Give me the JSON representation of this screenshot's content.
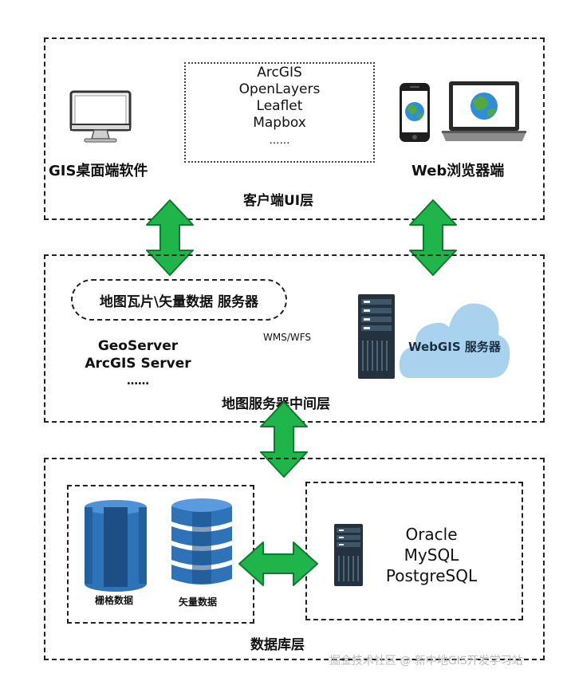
{
  "client_layer": {
    "title": "客户端UI层",
    "desktop_label": "GIS桌面端软件",
    "browser_label": "Web浏览器端",
    "libraries": [
      "ArcGIS",
      "OpenLayers",
      "Leaflet",
      "Mapbox",
      "……"
    ]
  },
  "middle_layer": {
    "title": "地图服务器中间层",
    "service_pill": "地图瓦片\\矢量数据 服务器",
    "servers": [
      "GeoServer",
      "ArcGIS Server",
      "……"
    ],
    "protocol": "WMS/WFS",
    "webgis_label": "WebGIS 服务器"
  },
  "data_layer": {
    "title": "数据库层",
    "raster_label": "栅格数据",
    "vector_label": "矢量数据",
    "databases": [
      "Oracle",
      "MySQL",
      "PostgreSQL"
    ]
  },
  "watermark": "掘金技术社区 @ 新中地GIS开发学习站",
  "colors": {
    "arrow_green": "#1fb54a",
    "arrow_outline": "#0f7a2d",
    "db_blue": "#2e73b8",
    "db_blue_dark": "#1d4f86",
    "cloud_blue": "#a9d2ee",
    "server_dark": "#24323f"
  },
  "icons": [
    "desktop-monitor-icon",
    "smartphone-icon",
    "laptop-icon",
    "globe-icon",
    "server-rack-icon",
    "cloud-icon",
    "database-cylinder-icon",
    "layered-database-icon"
  ]
}
